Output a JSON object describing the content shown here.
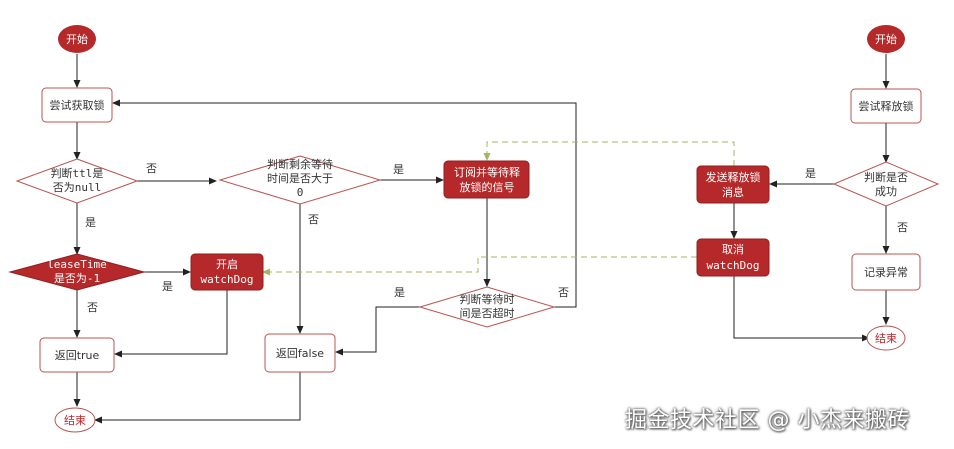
{
  "colors": {
    "accent": "#B92828",
    "dark_fill": "#B5292A",
    "border": "#B85450",
    "edge": "#333333",
    "dashed_edge": "#9FB760"
  },
  "nodes": {
    "start_left": "开始",
    "try_lock": "尝试获取锁",
    "check_ttl_1": "判断ttl是",
    "check_ttl_2": "否为null",
    "check_remaining_1": "判断剩余等待",
    "check_remaining_2": "时间是否大于",
    "check_remaining_3": "0",
    "subscribe_1": "订阅并等待释",
    "subscribe_2": "放锁的信号",
    "lease_1": "leaseTime",
    "lease_2": "是否为-1",
    "open_watchdog_1": "开启",
    "open_watchdog_2": "watchDog",
    "check_timeout_1": "判断等待时",
    "check_timeout_2": "间是否超时",
    "return_true": "返回true",
    "return_false": "返回false",
    "end_left": "结束",
    "start_right": "开始",
    "try_release": "尝试释放锁",
    "check_success_1": "判断是否",
    "check_success_2": "成功",
    "send_release_1": "发送释放锁",
    "send_release_2": "消息",
    "cancel_watchdog_1": "取消",
    "cancel_watchdog_2": "watchDog",
    "record_error": "记录异常",
    "end_right": "结束"
  },
  "labels": {
    "ttl_no": "否",
    "ttl_yes": "是",
    "remaining_yes": "是",
    "remaining_no": "否",
    "lease_yes": "是",
    "lease_no": "否",
    "timeout_yes": "是",
    "timeout_no": "否",
    "success_yes": "是",
    "success_no": "否"
  },
  "watermark": "掘金技术社区 @ 小杰来搬砖"
}
